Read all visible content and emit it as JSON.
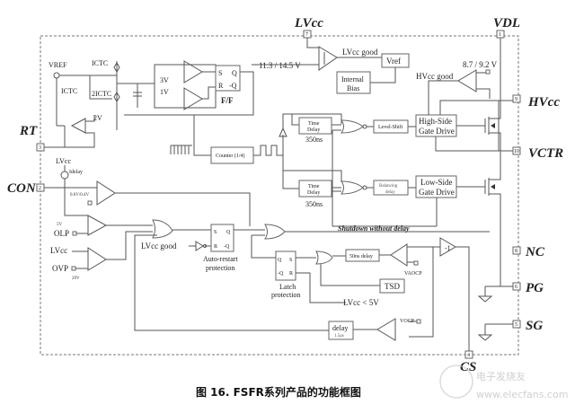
{
  "pins": {
    "lvcc": {
      "label": "LVcc",
      "num": "7"
    },
    "vdl": {
      "label": "VDL",
      "num": "1"
    },
    "rt": {
      "label": "RT",
      "num": "3"
    },
    "con": {
      "label": "CON",
      "num": "2"
    },
    "hvcc": {
      "label": "HVcc",
      "num": "9"
    },
    "vctr": {
      "label": "VCTR",
      "num": "10"
    },
    "nc": {
      "label": "NC",
      "num": "8"
    },
    "pg": {
      "label": "PG",
      "num": "6"
    },
    "sg": {
      "label": "SG",
      "num": "5"
    },
    "cs": {
      "label": "CS",
      "num": "4"
    }
  },
  "top": {
    "threshold": "11.3 / 14.5 V",
    "lvcc_good": "LVcc good",
    "vref": "Vref",
    "internal_bias_1": "Internal",
    "internal_bias_2": "Bias",
    "hv_threshold": "8.7 / 9.2 V",
    "hvcc_good": "HVcc good"
  },
  "osc": {
    "vref": "VREF",
    "ictc": "ICTC",
    "ictc2": "2ICTC",
    "ictc_down": "ICTC",
    "v2": "2V",
    "v3": "3V",
    "v1": "1V",
    "s": "S",
    "q": "Q",
    "r": "R",
    "nq": "-Q",
    "ff": "F/F",
    "counter": "Counter (1/4)"
  },
  "drive": {
    "time_delay_1": "Time",
    "time_delay_2": "Delay",
    "delay_350": "350ns",
    "level_shift": "Level-Shift",
    "balancing_1": "Balancing",
    "balancing_2": "delay",
    "hs_1": "High-Side",
    "hs_2": "Gate Drive",
    "ls_1": "Low-Side",
    "ls_2": "Gate Drive"
  },
  "con": {
    "lvcc": "LVcc",
    "idelay": "Idelay",
    "hyst": "0.6V/0.4V"
  },
  "prot": {
    "v5": "5V",
    "olp": "OLP",
    "lvcc": "LVcc",
    "ovp": "OVP",
    "v29": "29V",
    "lvcc_good": "LVcc good",
    "s": "S",
    "q": "Q",
    "r": "R",
    "nq": "-Q",
    "auto_1": "Auto-restart",
    "auto_2": "protection",
    "shutdown": "Shutdown without delay",
    "latch_q": "Q",
    "latch_s": "S",
    "latch_nq": "-Q",
    "latch_r": "R",
    "latch_1": "Latch",
    "latch_2": "protection",
    "delay50": "50ns delay",
    "vaocp": "VAOCP",
    "tsd": "TSD",
    "lvcc_5v": "LVcc < 5V",
    "neg1": "-1",
    "delay": "delay",
    "delay_val": "1.5μs",
    "vocp": "VOCP"
  },
  "caption": "图 16.    FSFR系列产品的功能框图",
  "watermark": {
    "cn": "电子发烧友",
    "url": "www.elecfans.com"
  }
}
